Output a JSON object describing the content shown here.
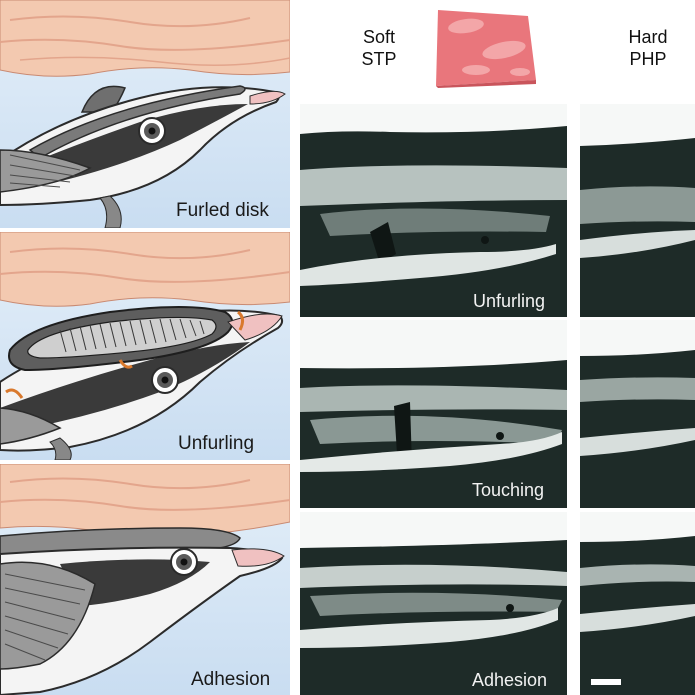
{
  "illustration_labels": {
    "furled": "Furled disk",
    "unfurling": "Unfurling",
    "adhesion": "Adhesion"
  },
  "column_headers": {
    "soft_line1": "Soft",
    "soft_line2": "STP",
    "hard_line1": "Hard",
    "hard_line2": "PHP"
  },
  "micrograph_labels": {
    "unfurling": "Unfurling",
    "touching": "Touching",
    "adhesion": "Adhesion"
  },
  "colors": {
    "tissue": "#f3c9b0",
    "sky": "#d6e6f6",
    "soft_pad": "#e9767c",
    "micrograph_dark": "#1e2b28"
  },
  "scale_bar": "white bar, no printed value"
}
